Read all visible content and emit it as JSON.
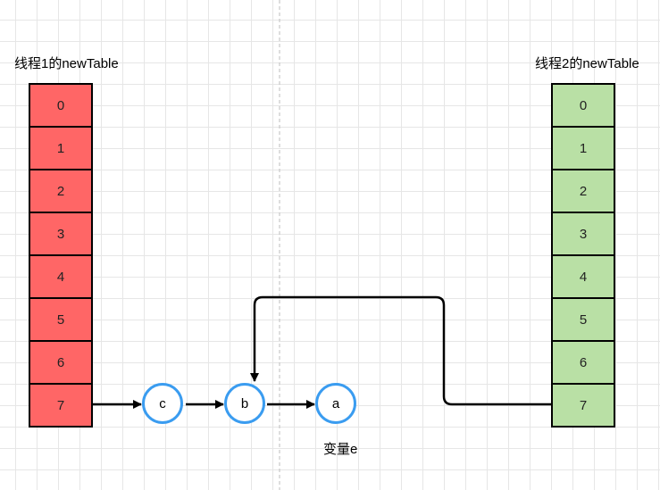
{
  "thread1": {
    "title": "线程1的newTable",
    "indices": [
      "0",
      "1",
      "2",
      "3",
      "4",
      "5",
      "6",
      "7"
    ]
  },
  "thread2": {
    "title": "线程2的newTable",
    "indices": [
      "0",
      "1",
      "2",
      "3",
      "4",
      "5",
      "6",
      "7"
    ]
  },
  "nodes": {
    "c": "c",
    "b": "b",
    "a": "a"
  },
  "variable_label": "变量e",
  "colors": {
    "thread1_fill": "#ff6666",
    "thread2_fill": "#b9e0a5",
    "node_border": "#3a9cf0"
  }
}
